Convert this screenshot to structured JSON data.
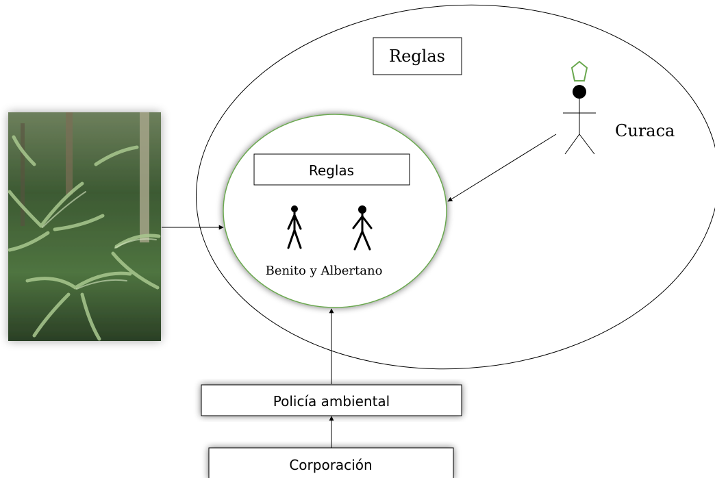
{
  "diagram": {
    "outer_box_label": "Reglas",
    "inner_box_label": "Reglas",
    "actor_label": "Curaca",
    "people_label": "Benito y Albertano",
    "police_label": "Policía ambiental",
    "corporation_label": "Corporación",
    "photo_subject": "forest-vegetation-photo",
    "colors": {
      "inner_circle_stroke": "#6aa84f",
      "crown_stroke": "#6aa84f",
      "line": "#000000",
      "forest_dark": "#2f4a2a",
      "forest_light": "#9fb88a"
    }
  }
}
